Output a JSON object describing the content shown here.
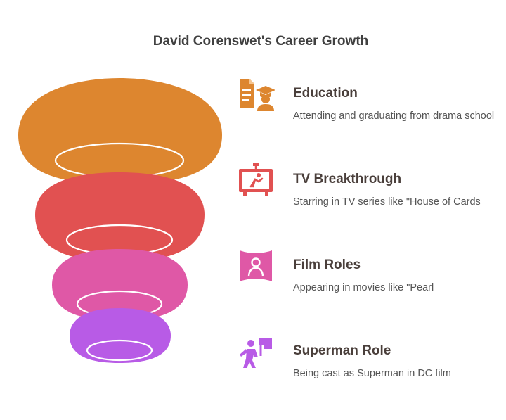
{
  "title": "David Corenswet's Career Growth",
  "colors": {
    "education": "#DD862F",
    "tv": "#E15151",
    "film": "#DF58A6",
    "superman": "#B85BE6",
    "heading_text": "#4a3f3b",
    "body_text": "#555555"
  },
  "stages": [
    {
      "heading": "Education",
      "description": "Attending and graduating from drama school",
      "icon": "graduation-document-icon",
      "color": "#DD862F"
    },
    {
      "heading": "TV Breakthrough",
      "description": "Starring in TV series like \"House of Cards",
      "icon": "tv-screen-icon",
      "color": "#E15151"
    },
    {
      "heading": "Film Roles",
      "description": "Appearing in movies like \"Pearl",
      "icon": "cinema-screen-person-icon",
      "color": "#DF58A6"
    },
    {
      "heading": "Superman Role",
      "description": "Being cast as Superman in DC film",
      "icon": "hero-flag-icon",
      "color": "#B85BE6"
    }
  ]
}
